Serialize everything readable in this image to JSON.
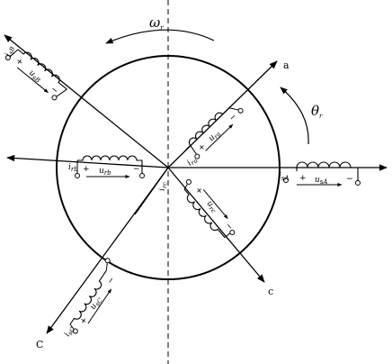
{
  "symbols": {
    "omega": "ω",
    "omega_sub": "r",
    "theta": "θ",
    "theta_sub": "r"
  },
  "axes": {
    "a": "a",
    "c": "c",
    "C": "C"
  },
  "signs": {
    "plus": "+",
    "minus": "−"
  },
  "coils": [
    {
      "id": "sA",
      "i": "i",
      "i_sub": "sA",
      "u": "u",
      "u_sub": "sA"
    },
    {
      "id": "ra",
      "i": "i",
      "i_sub": "ra",
      "u": "u",
      "u_sub": "ra"
    },
    {
      "id": "rb",
      "i": "i",
      "i_sub": "rb",
      "u": "u",
      "u_sub": "rb"
    },
    {
      "id": "rc",
      "i": "i",
      "i_sub": "rc",
      "u": "u",
      "u_sub": "rc"
    },
    {
      "id": "sB",
      "i": "i",
      "i_sub": "sB",
      "u": "u",
      "u_sub": "sB"
    },
    {
      "id": "sC",
      "i": "i",
      "i_sub": "sC",
      "u": "u",
      "u_sub": "sC"
    }
  ]
}
